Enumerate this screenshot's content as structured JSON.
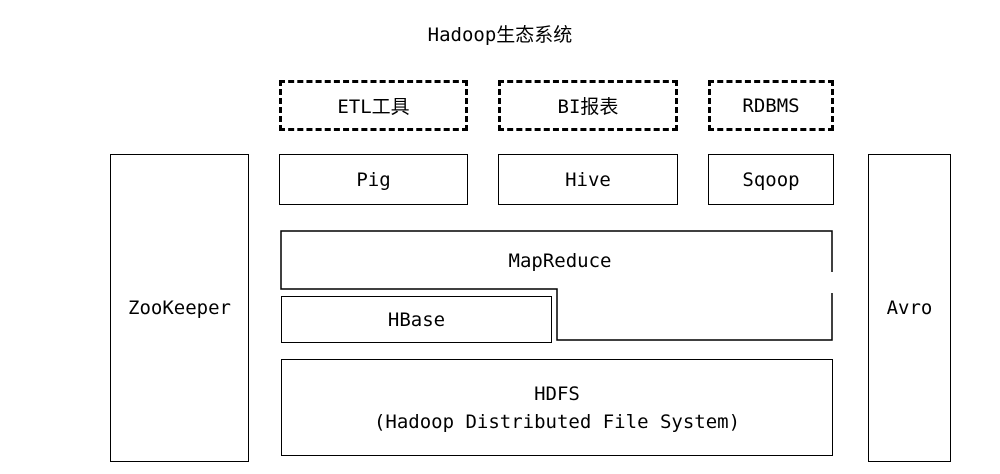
{
  "title": "Hadoop生态系统",
  "top_row": {
    "etl": "ETL工具",
    "bi": "BI报表",
    "rdbms": "RDBMS"
  },
  "tools": {
    "pig": "Pig",
    "hive": "Hive",
    "sqoop": "Sqoop"
  },
  "mapreduce": "MapReduce",
  "hbase": "HBase",
  "hdfs": {
    "name": "HDFS",
    "full": "(Hadoop Distributed File System)"
  },
  "zookeeper": "ZooKeeper",
  "avro": "Avro"
}
